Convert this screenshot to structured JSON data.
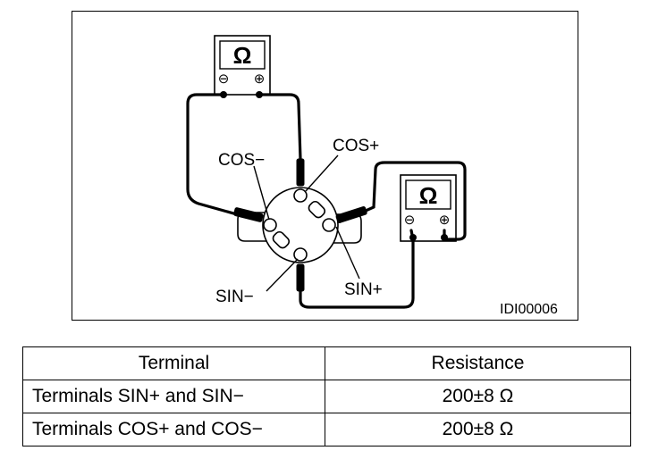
{
  "diagram": {
    "meters": [
      {
        "symbol": "Ω",
        "neg": "⊖",
        "pos": "⊕"
      },
      {
        "symbol": "Ω",
        "neg": "⊖",
        "pos": "⊕"
      }
    ],
    "labels": {
      "cos_plus": "COS+",
      "cos_minus": "COS−",
      "sin_plus": "SIN+",
      "sin_minus": "SIN−"
    },
    "figure_id": "IDI00006"
  },
  "table": {
    "headers": [
      "Terminal",
      "Resistance"
    ],
    "rows": [
      {
        "terminal": "Terminals SIN+ and SIN−",
        "resistance": "200±8 Ω"
      },
      {
        "terminal": "Terminals COS+ and COS−",
        "resistance": "200±8 Ω"
      }
    ]
  }
}
